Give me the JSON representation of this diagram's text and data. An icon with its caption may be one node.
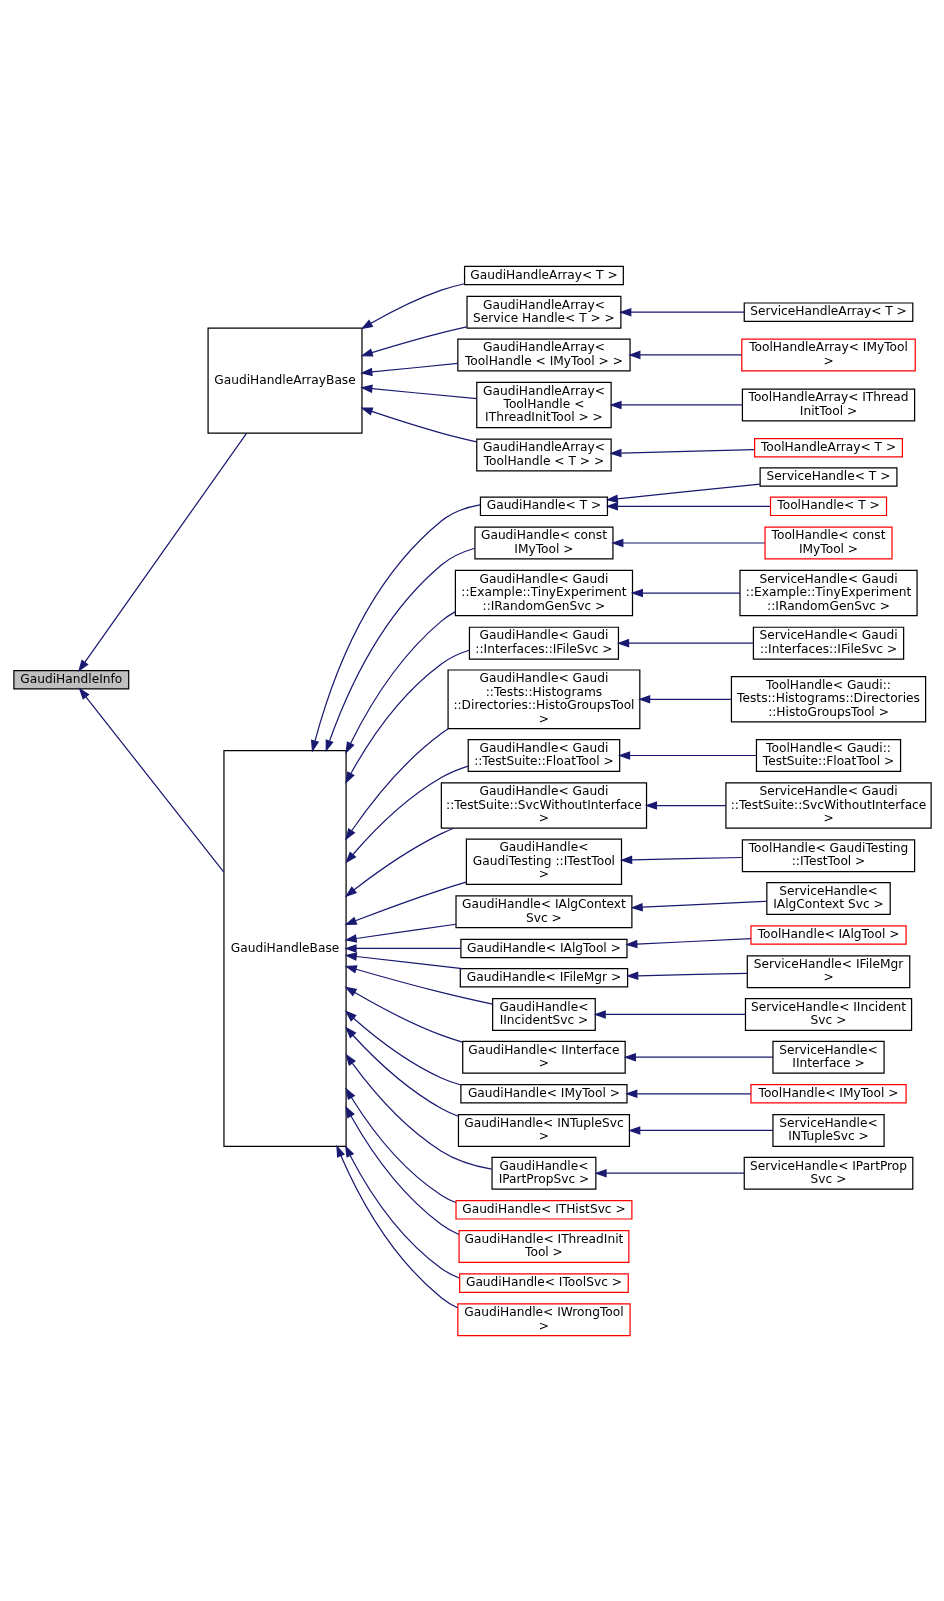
{
  "diagram": {
    "nodes": [
      {
        "text": [
          "GaudiHandleInfo"
        ]
      },
      {
        "text": [
          "GaudiHandleArrayBase"
        ]
      },
      {
        "text": [
          "GaudiHandleBase"
        ]
      },
      {
        "text": [
          "GaudiHandleArray< T >"
        ]
      },
      {
        "text": [
          "GaudiHandleArray< Service Handle< T > >"
        ]
      },
      {
        "text": [
          "ServiceHandleArray< T >"
        ]
      },
      {
        "text": [
          "GaudiHandleArray< ToolHandle < IMyTool > >"
        ]
      },
      {
        "text": [
          "ToolHandleArray< IMyTool >"
        ]
      },
      {
        "text": [
          "GaudiHandleArray< ToolHandle < IThreadInitTool > >"
        ]
      },
      {
        "text": [
          "ToolHandleArray< IThread InitTool >"
        ]
      },
      {
        "text": [
          "GaudiHandleArray< ToolHandle < T > >"
        ]
      },
      {
        "text": [
          "ToolHandleArray< T >"
        ]
      },
      {
        "text": [
          "GaudiHandle< T >"
        ]
      },
      {
        "text": [
          "ServiceHandle< T >"
        ]
      },
      {
        "text": [
          "ToolHandle< T >"
        ]
      },
      {
        "text": [
          "GaudiHandle< const IMyTool >"
        ]
      },
      {
        "text": [
          "ToolHandle< const IMyTool >"
        ]
      },
      {
        "text": [
          "GaudiHandle< Gaudi ::Example::TinyExperiment ::IRandomGenSvc >"
        ]
      },
      {
        "text": [
          "ServiceHandle< Gaudi ::Example::TinyExperiment ::IRandomGenSvc >"
        ]
      },
      {
        "text": [
          "GaudiHandle< Gaudi ::Interfaces::IFileSvc >"
        ]
      },
      {
        "text": [
          "ServiceHandle< Gaudi ::Interfaces::IFileSvc >"
        ]
      },
      {
        "text": [
          "GaudiHandle< Gaudi ::Tests::Histograms ::Directories::HistoGroupsTool >"
        ]
      },
      {
        "text": [
          "ToolHandle< Gaudi:: Tests::Histograms::Directories ::HistoGroupsTool >"
        ]
      },
      {
        "text": [
          "GaudiHandle< Gaudi ::TestSuite::FloatTool >"
        ]
      },
      {
        "text": [
          "ToolHandle< Gaudi:: TestSuite::FloatTool >"
        ]
      },
      {
        "text": [
          "GaudiHandle< Gaudi ::TestSuite::SvcWithoutInterface >"
        ]
      },
      {
        "text": [
          "ServiceHandle< Gaudi ::TestSuite::SvcWithoutInterface >"
        ]
      },
      {
        "text": [
          "GaudiHandle< GaudiTesting ::ITestTool >"
        ]
      },
      {
        "text": [
          "ToolHandle< GaudiTesting ::ITestTool >"
        ]
      },
      {
        "text": [
          "GaudiHandle< IAlgContext Svc >"
        ]
      },
      {
        "text": [
          "ServiceHandle< IAlgContext Svc >"
        ]
      },
      {
        "text": [
          "GaudiHandle< IAlgTool >"
        ]
      },
      {
        "text": [
          "ToolHandle< IAlgTool >"
        ]
      },
      {
        "text": [
          "GaudiHandle< IFileMgr >"
        ]
      },
      {
        "text": [
          "ServiceHandle< IFileMgr >"
        ]
      },
      {
        "text": [
          "GaudiHandle< IIncidentSvc >"
        ]
      },
      {
        "text": [
          "ServiceHandle< IIncident Svc >"
        ]
      },
      {
        "text": [
          "GaudiHandle< IInterface >"
        ]
      },
      {
        "text": [
          "ServiceHandle< IInterface >"
        ]
      },
      {
        "text": [
          "GaudiHandle< IMyTool >"
        ]
      },
      {
        "text": [
          "ToolHandle< IMyTool >"
        ]
      },
      {
        "text": [
          "GaudiHandle< INTupleSvc >"
        ]
      },
      {
        "text": [
          "ServiceHandle< INTupleSvc >"
        ]
      },
      {
        "text": [
          "GaudiHandle< IPartPropSvc >"
        ]
      },
      {
        "text": [
          "ServiceHandle< IPartProp Svc >"
        ]
      },
      {
        "text": [
          "GaudiHandle< ITHistSvc >"
        ]
      },
      {
        "text": [
          "GaudiHandle< IThreadInit Tool >"
        ]
      },
      {
        "text": [
          "GaudiHandle< IToolSvc >"
        ]
      },
      {
        "text": [
          "GaudiHandle< IWrongTool >"
        ]
      }
    ],
    "edges": [
      {
        "from": 1,
        "to": 0,
        "arrow": "to"
      },
      {
        "from": 2,
        "to": 0,
        "arrow": "to"
      },
      {
        "from": 3,
        "to": 1,
        "arrow": "to"
      },
      {
        "from": 4,
        "to": 1,
        "arrow": "to"
      },
      {
        "from": 5,
        "to": 4,
        "arrow": "to"
      },
      {
        "from": 6,
        "to": 1,
        "arrow": "to"
      },
      {
        "from": 7,
        "to": 6,
        "arrow": "to"
      },
      {
        "from": 8,
        "to": 1,
        "arrow": "to"
      },
      {
        "from": 9,
        "to": 8,
        "arrow": "to"
      },
      {
        "from": 10,
        "to": 1,
        "arrow": "to"
      },
      {
        "from": 11,
        "to": 10,
        "arrow": "to"
      },
      {
        "from": 12,
        "to": 2,
        "arrow": "to"
      },
      {
        "from": 13,
        "to": 12,
        "arrow": "to"
      },
      {
        "from": 14,
        "to": 12,
        "arrow": "to"
      },
      {
        "from": 15,
        "to": 2,
        "arrow": "to"
      },
      {
        "from": 16,
        "to": 15,
        "arrow": "to"
      },
      {
        "from": 17,
        "to": 2,
        "arrow": "to"
      },
      {
        "from": 18,
        "to": 17,
        "arrow": "to"
      },
      {
        "from": 19,
        "to": 2,
        "arrow": "to"
      },
      {
        "from": 20,
        "to": 19,
        "arrow": "to"
      },
      {
        "from": 21,
        "to": 2,
        "arrow": "to"
      },
      {
        "from": 22,
        "to": 21,
        "arrow": "to"
      },
      {
        "from": 23,
        "to": 2,
        "arrow": "to"
      },
      {
        "from": 24,
        "to": 23,
        "arrow": "to"
      },
      {
        "from": 25,
        "to": 2,
        "arrow": "to"
      },
      {
        "from": 26,
        "to": 25,
        "arrow": "to"
      },
      {
        "from": 27,
        "to": 2,
        "arrow": "to"
      },
      {
        "from": 28,
        "to": 27,
        "arrow": "to"
      },
      {
        "from": 29,
        "to": 2,
        "arrow": "to"
      },
      {
        "from": 30,
        "to": 29,
        "arrow": "to"
      },
      {
        "from": 31,
        "to": 2,
        "arrow": "to"
      },
      {
        "from": 32,
        "to": 31,
        "arrow": "to"
      },
      {
        "from": 33,
        "to": 2,
        "arrow": "to"
      },
      {
        "from": 34,
        "to": 33,
        "arrow": "to"
      },
      {
        "from": 35,
        "to": 2,
        "arrow": "to"
      },
      {
        "from": 36,
        "to": 35,
        "arrow": "to"
      },
      {
        "from": 37,
        "to": 2,
        "arrow": "to"
      },
      {
        "from": 38,
        "to": 37,
        "arrow": "to"
      },
      {
        "from": 39,
        "to": 2,
        "arrow": "to"
      },
      {
        "from": 40,
        "to": 39,
        "arrow": "to"
      },
      {
        "from": 41,
        "to": 2,
        "arrow": "to"
      },
      {
        "from": 42,
        "to": 41,
        "arrow": "to"
      },
      {
        "from": 43,
        "to": 2,
        "arrow": "to"
      },
      {
        "from": 44,
        "to": 43,
        "arrow": "to"
      },
      {
        "from": 45,
        "to": 2,
        "arrow": "to"
      },
      {
        "from": 46,
        "to": 2,
        "arrow": "to"
      },
      {
        "from": 47,
        "to": 2,
        "arrow": "to"
      },
      {
        "from": 48,
        "to": 2,
        "arrow": "to"
      }
    ]
  }
}
